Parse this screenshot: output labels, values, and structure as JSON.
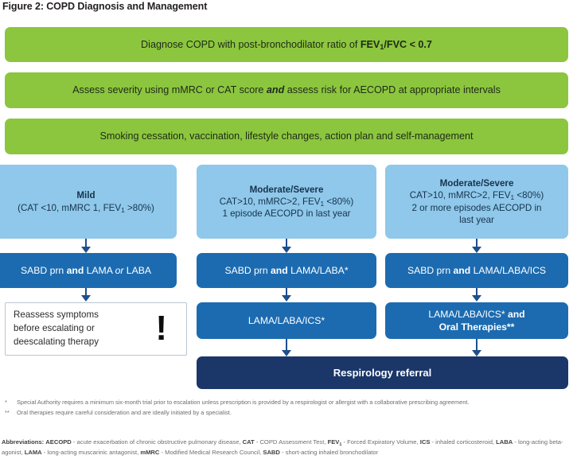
{
  "figure": {
    "title": "Figure 2: COPD Diagnosis and Management"
  },
  "steps": [
    {
      "id": "diagnose",
      "text_before": "Diagnose COPD with post-bronchodilator ratio of ",
      "bold": "FEV1/FVC < 0.7",
      "full_text": "Diagnose COPD with post-bronchodilator ratio of FEV1/FVC < 0.7"
    },
    {
      "id": "assess",
      "text_before": "Assess severity using mMRC or CAT score ",
      "emphasis": "and",
      "text_after": " assess risk for AECOPD at appropriate intervals",
      "full_text": "Assess severity using mMRC or CAT score and assess risk for AECOPD at appropriate intervals"
    },
    {
      "id": "lifestyle",
      "full_text": "Smoking cessation, vaccination, lifestyle changes, action plan and self-management"
    }
  ],
  "columns": [
    {
      "id": "mild",
      "severity_title": "Mild",
      "criteria_line1": "(CAT <10, mMRC 1, FEV1 >80%)",
      "criteria_line2": "",
      "criteria_line3": "",
      "treatment1_before": "SABD prn ",
      "treatment1_bold": "and",
      "treatment1_mid": " LAMA ",
      "treatment1_italic": "or",
      "treatment1_after": " LABA",
      "treatment1_full": "SABD prn and LAMA or LABA",
      "reassess_line1": "Reassess symptoms",
      "reassess_line2": "before escalating or",
      "reassess_line3": "deescalating therapy",
      "reassess_icon": "exclamation-mark"
    },
    {
      "id": "moderate-severe-1",
      "severity_title": "Moderate/Severe",
      "criteria_line1": "CAT>10, mMRC>2, FEV1 <80%)",
      "criteria_line2": "1 episode AECOPD in last year",
      "criteria_line3": "",
      "treatment1_before": "SABD prn ",
      "treatment1_bold": "and",
      "treatment1_after": " LAMA/LABA*",
      "treatment1_full": "SABD prn and LAMA/LABA*",
      "treatment2_full": "LAMA/LABA/ICS*"
    },
    {
      "id": "moderate-severe-2",
      "severity_title": "Moderate/Severe",
      "criteria_line1": "CAT>10, mMRC>2, FEV1 <80%)",
      "criteria_line2": "2 or more episodes AECOPD in",
      "criteria_line3": "last year",
      "treatment1_before": "SABD prn ",
      "treatment1_bold": "and",
      "treatment1_after": " LAMA/LABA/ICS",
      "treatment1_full": "SABD prn and LAMA/LABA/ICS",
      "treatment2_line1_before": "LAMA/LABA/ICS* ",
      "treatment2_line1_bold": "and",
      "treatment2_line2": "Oral Therapies**",
      "treatment2_full": "LAMA/LABA/ICS* and Oral Therapies**"
    }
  ],
  "referral": {
    "label": "Respirology referral"
  },
  "footnotes": [
    {
      "mark": "*",
      "text": "Special Authority requires a minimum six-month trial prior to escalation unless prescription is provided by a respirologist or allergist with a collaborative prescribing agreement."
    },
    {
      "mark": "**",
      "text": "Oral therapies require careful consideration and are ideally initiated by a specialist."
    }
  ],
  "abbreviations": {
    "heading": "Abbreviations:",
    "entries": [
      {
        "term": "AECOPD",
        "definition": " - acute exacerbation of chronic obstructive pulmonary disease, "
      },
      {
        "term": "CAT",
        "definition": " - COPD Assessment Test, "
      },
      {
        "term": "FEV1",
        "definition": " - Forced Expiratory Volume, "
      },
      {
        "term": "ICS",
        "definition": " - inhaled corticosteroid, "
      },
      {
        "term": "LABA",
        "definition": " - long-acting beta-agonist, "
      },
      {
        "term": "LAMA",
        "definition": " - long-acting muscarinic antagonist, "
      },
      {
        "term": "mMRC",
        "definition": " - Modified Medical Research Council, "
      },
      {
        "term": "SABD",
        "definition": " - short-acting inhaled bronchodilator"
      }
    ]
  },
  "colors": {
    "green": "#8cc63e",
    "light_blue": "#8fc8ea",
    "mid_blue": "#1c6bb0",
    "navy": "#1b3668",
    "connector": "#1f4e8c",
    "footnote_text": "#6d6e71"
  }
}
